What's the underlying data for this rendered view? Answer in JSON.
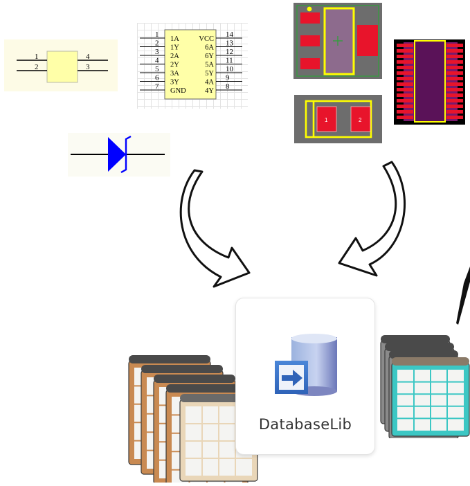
{
  "small_symbol": {
    "pins_left": [
      "1",
      "2"
    ],
    "pins_right": [
      "4",
      "3"
    ]
  },
  "ic_symbol": {
    "left_nums": [
      "1",
      "2",
      "3",
      "4",
      "5",
      "6",
      "7"
    ],
    "left_labels": [
      "1A",
      "1Y",
      "2A",
      "2Y",
      "3A",
      "3Y",
      "GND"
    ],
    "right_nums": [
      "14",
      "13",
      "12",
      "11",
      "10",
      "9",
      "8"
    ],
    "right_labels": [
      "VCC",
      "6A",
      "6Y",
      "5A",
      "5Y",
      "4A",
      "4Y"
    ]
  },
  "footprint_two_pad": {
    "pad_labels": [
      "1",
      "2"
    ]
  },
  "app": {
    "name": "DatabaseLib"
  },
  "colors": {
    "schematic_body": "#ffffa8",
    "pcb_background": "#6d6d6d",
    "pcb_pad": "#e8142b",
    "pcb_outline": "#ffff00",
    "diode_fill": "#0000ff",
    "table_brown": "#c98a52",
    "table_teal": "#3cc7c4"
  }
}
